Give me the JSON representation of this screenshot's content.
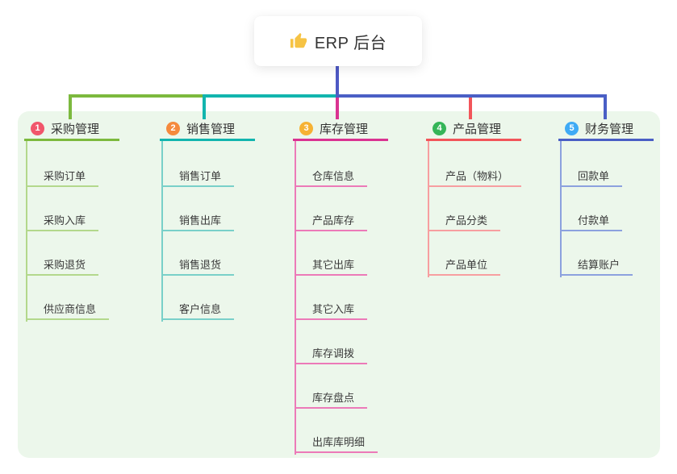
{
  "root": {
    "title": "ERP 后台",
    "icon": "thumbs-up-icon",
    "icon_color": "#f6c344",
    "stem_color": "#4e59c4"
  },
  "canvas": {
    "background": "#ffffff",
    "panel_background": "#ecf7eb"
  },
  "branches": [
    {
      "index": "1",
      "label": "采购管理",
      "badge": "#f1566b",
      "color": "#7cb93e",
      "light": "#b3d88c",
      "items": [
        "采购订单",
        "采购入库",
        "采购退货",
        "供应商信息"
      ]
    },
    {
      "index": "2",
      "label": "销售管理",
      "badge": "#f58a3d",
      "color": "#12b5ae",
      "light": "#79d0c9",
      "items": [
        "销售订单",
        "销售出库",
        "销售退货",
        "客户信息"
      ]
    },
    {
      "index": "3",
      "label": "库存管理",
      "badge": "#f6b234",
      "color": "#da3391",
      "light": "#ec7ab8",
      "items": [
        "仓库信息",
        "产品库存",
        "其它出库",
        "其它入库",
        "库存调拨",
        "库存盘点",
        "出库库明细"
      ]
    },
    {
      "index": "4",
      "label": "产品管理",
      "badge": "#35b558",
      "color": "#f2555a",
      "light": "#f79ea0",
      "items": [
        "产品（物料）",
        "产品分类",
        "产品单位"
      ]
    },
    {
      "index": "5",
      "label": "财务管理",
      "badge": "#3faaf5",
      "color": "#4a5fc5",
      "light": "#8ca1de",
      "items": [
        "回款单",
        "付款单",
        "结算账户"
      ]
    }
  ]
}
